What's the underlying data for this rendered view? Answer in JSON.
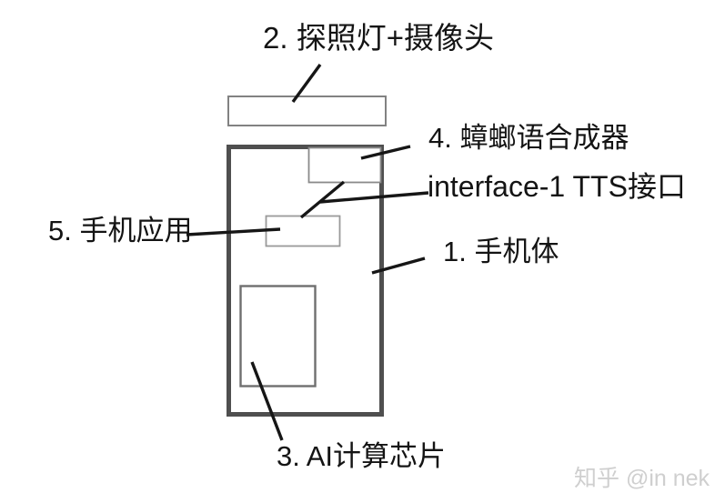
{
  "diagram": {
    "description_type": "annotated schematic of a modified phone device",
    "annotations": {
      "camera_light": "2. 探照灯+摄像头",
      "synthesizer": "4. 蟑螂语合成器",
      "tts_interface": "interface-1 TTS接口",
      "phone_app": "5. 手机应用",
      "phone_body": "1. 手机体",
      "ai_chip": "3. AI计算芯片"
    },
    "shapes": [
      {
        "name": "camera-light-bar",
        "kind": "rectangle",
        "label_ref": "camera_light"
      },
      {
        "name": "phone-body-outline",
        "kind": "rectangle",
        "label_ref": "phone_body"
      },
      {
        "name": "synthesizer-box",
        "kind": "rectangle",
        "label_ref": "synthesizer"
      },
      {
        "name": "phone-app-box",
        "kind": "rectangle",
        "label_ref": "phone_app"
      },
      {
        "name": "ai-chip-box",
        "kind": "rectangle",
        "label_ref": "ai_chip"
      },
      {
        "name": "tts-connection-line",
        "kind": "line",
        "label_ref": "tts_interface"
      }
    ],
    "colors": {
      "background": "#ffffff",
      "phone_body_border": "#4f4f4f",
      "component_border": "#8a8a8a",
      "chip_border": "#6f6f6f",
      "leader_line": "#161616",
      "text": "#141414",
      "watermark": "#cfcfcf"
    }
  },
  "watermark": {
    "text": "知乎 @in nek"
  }
}
